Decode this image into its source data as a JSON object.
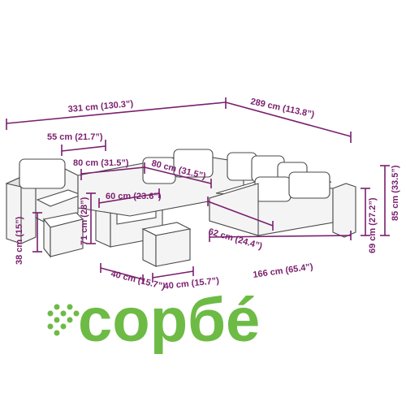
{
  "dimensions": {
    "width_left": "331 cm (130.3”)",
    "width_right": "289 cm (113.8”)",
    "armrest_width": "55 cm (21.7”)",
    "module_width_a": "80 cm (31.5”)",
    "module_width_b": "80 cm (31.5”)",
    "table_width": "60 cm (23.6”)",
    "table_height": "71 cm (28”)",
    "seat_height": "38 cm (15”)",
    "footstool_depth": "40 cm (15.7”)",
    "footstool_width": "40 cm (15.7”)",
    "seat_depth": "62 cm (24.4”)",
    "sofa_length": "166 cm (65.4”)",
    "arm_height": "69 cm (27.2”)",
    "total_height": "85 cm (33.5”)"
  },
  "brand": {
    "name": "copбé",
    "color": "#6dbb45"
  },
  "colors": {
    "dimension": "#7a1f6e",
    "outline": "#4a4a4a"
  }
}
